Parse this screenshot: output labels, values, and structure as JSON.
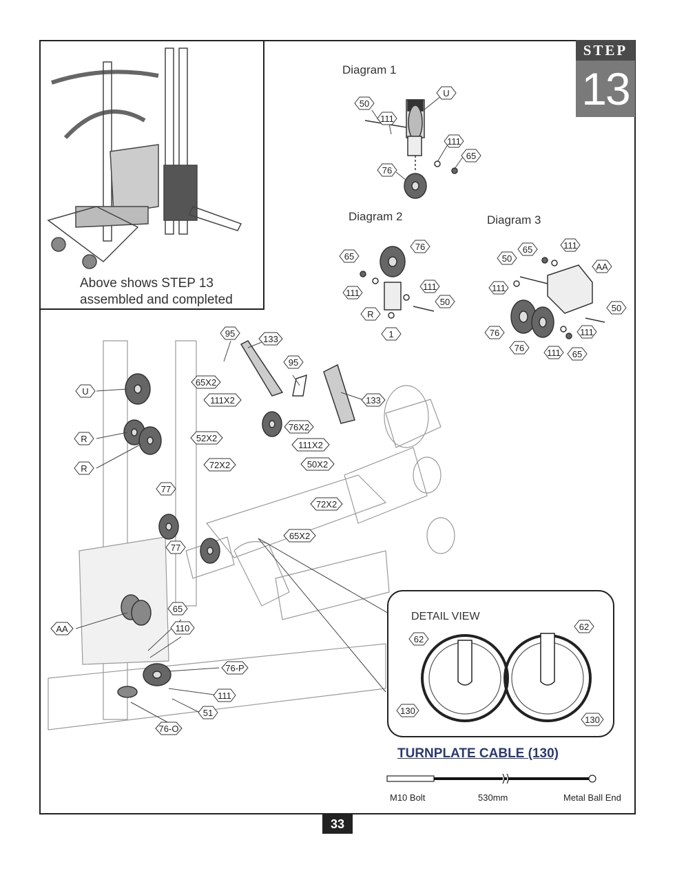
{
  "step": {
    "word": "STEP",
    "number": "13"
  },
  "inset": {
    "caption_line1": "Above shows STEP 13",
    "caption_line2": "assembled and completed"
  },
  "diagrams": {
    "d1": {
      "title": "Diagram 1",
      "tags": [
        "50",
        "111",
        "U",
        "111",
        "65",
        "76"
      ]
    },
    "d2": {
      "title": "Diagram 2",
      "tags": [
        "65",
        "76",
        "111",
        "111",
        "50",
        "R",
        "1"
      ]
    },
    "d3": {
      "title": "Diagram 3",
      "tags": [
        "65",
        "111",
        "50",
        "AA",
        "111",
        "50",
        "76",
        "76",
        "111",
        "111",
        "65"
      ]
    }
  },
  "main_tags": [
    "95",
    "133",
    "95",
    "133",
    "U",
    "65X2",
    "111X2",
    "76X2",
    "R",
    "52X2",
    "111X2",
    "R",
    "72X2",
    "50X2",
    "77",
    "72X2",
    "65X2",
    "77",
    "65",
    "AA",
    "110",
    "76-P",
    "111",
    "51",
    "76-O"
  ],
  "detail": {
    "title": "DETAIL VIEW",
    "tags": [
      "62",
      "62",
      "130",
      "130"
    ]
  },
  "cable": {
    "title": "TURNPLATE CABLE (130)",
    "left_label": "M10 Bolt",
    "mid_label": "530mm",
    "right_label": "Metal Ball End"
  },
  "page_number": "33"
}
